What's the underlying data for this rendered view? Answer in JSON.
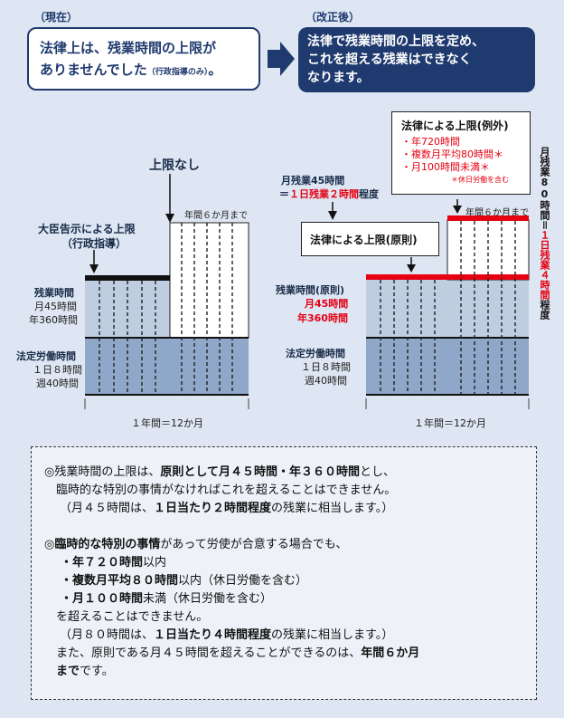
{
  "header": {
    "current_tag": "（現在）",
    "current_line1": "法律上は、残業時間の上限が",
    "current_line2": "ありませんでした",
    "current_small": "（行政指導のみ）",
    "current_end": "。",
    "after_tag": "（改正後）",
    "after_lines": [
      "法律で残業時間の上限を定め、",
      "これを超える残業はできなく",
      "なります。"
    ]
  },
  "left": {
    "no_limit": "上限なし",
    "six_months": "年間６か月まで",
    "ministerial_1": "大臣告示による上限",
    "ministerial_2": "（行政指導）",
    "overtime_title": "残業時間",
    "overtime_1": "月45時間",
    "overtime_2": "年360時間",
    "legal_title": "法定労働時間",
    "legal_1": "１日８時間",
    "legal_2": "週40時間",
    "period": "１年間＝12か月"
  },
  "right": {
    "exception_title": "法律による上限(例外)",
    "exception_items": [
      "・年720時間",
      "・複数月平均80時間＊",
      "・月100時間未満＊"
    ],
    "exception_note": "＊休日労働を含む",
    "month_overtime_1": "月残業45時間",
    "month_overtime_2_pre": "＝",
    "month_overtime_2_red": "１日残業２時間",
    "month_overtime_2_post": "程度",
    "principle": "法律による上限(原則)",
    "six_months": "年間６か月まで",
    "overtime_title": "残業時間(原則)",
    "overtime_1": "月45時間",
    "overtime_2": "年360時間",
    "legal_title": "法定労働時間",
    "legal_1": "１日８時間",
    "legal_2": "週40時間",
    "period": "１年間＝12か月",
    "side_black": "月残業80時間＝",
    "side_red": "１日残業４時間",
    "side_end": "程度"
  },
  "notes": {
    "p1_mark": "◎",
    "p1_a": "残業時間の上限は、",
    "p1_b": "原則として月４５時間・年３６０時間",
    "p1_c": "とし、",
    "p1_line2": "臨時的な特別の事情がなければこれを超えることはできません。",
    "p1_line3_a": "（月４５時間は、",
    "p1_line3_b": "１日当たり２時間程度",
    "p1_line3_c": "の残業に相当します。）",
    "p2_mark": "◎",
    "p2_a": "臨時的な特別の事情",
    "p2_b": "があって労使が合意する場合でも、",
    "item1_a": "・年７２０時間",
    "item1_b": "以内",
    "item2_a": "・複数月平均８０時間",
    "item2_b": "以内（休日労働を含む）",
    "item3_a": "・月１００時間",
    "item3_b": "未満（休日労働を含む）",
    "line_exceed": "を超えることはできません。",
    "line_80_a": "（月８０時間は、",
    "line_80_b": "１日当たり４時間程度",
    "line_80_c": "の残業に相当します。）",
    "line_last_a": "また、原則である月４５時間を超えることができるのは、",
    "line_last_b": "年間６か月",
    "line_last_c": "まで",
    "line_last_d": "です。"
  },
  "colors": {
    "navy": "#1f3a6e",
    "red": "#e60012",
    "overtime_fill": "#bfcde0",
    "legal_fill": "#8fa7c8"
  }
}
